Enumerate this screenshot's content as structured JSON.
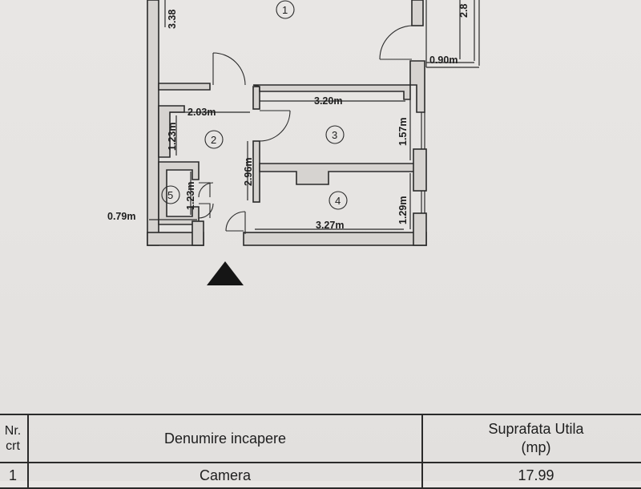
{
  "plan": {
    "rooms": [
      {
        "number": "1"
      },
      {
        "number": "2"
      },
      {
        "number": "3"
      },
      {
        "number": "4"
      },
      {
        "number": "5"
      }
    ],
    "dimensions": {
      "d338": "3.38",
      "d28": "2.8",
      "d090": "0.90m",
      "d203": "2.03m",
      "d320": "3.20m",
      "d123a": "1.23m",
      "d157": "1.57m",
      "d296": "2.96m",
      "d123b": "1.23m",
      "d129": "1.29m",
      "d079": "0.79m",
      "d327": "3.27m"
    },
    "entrance_icon": "triangle-entrance-marker"
  },
  "table": {
    "header": {
      "nr_line1": "Nr.",
      "nr_line2": "crt",
      "name": "Denumire incapere",
      "area_line1": "Suprafata Utila",
      "area_line2": "(mp)"
    },
    "rows": [
      {
        "nr": "1",
        "name": "Camera",
        "area": "17.99"
      }
    ]
  }
}
